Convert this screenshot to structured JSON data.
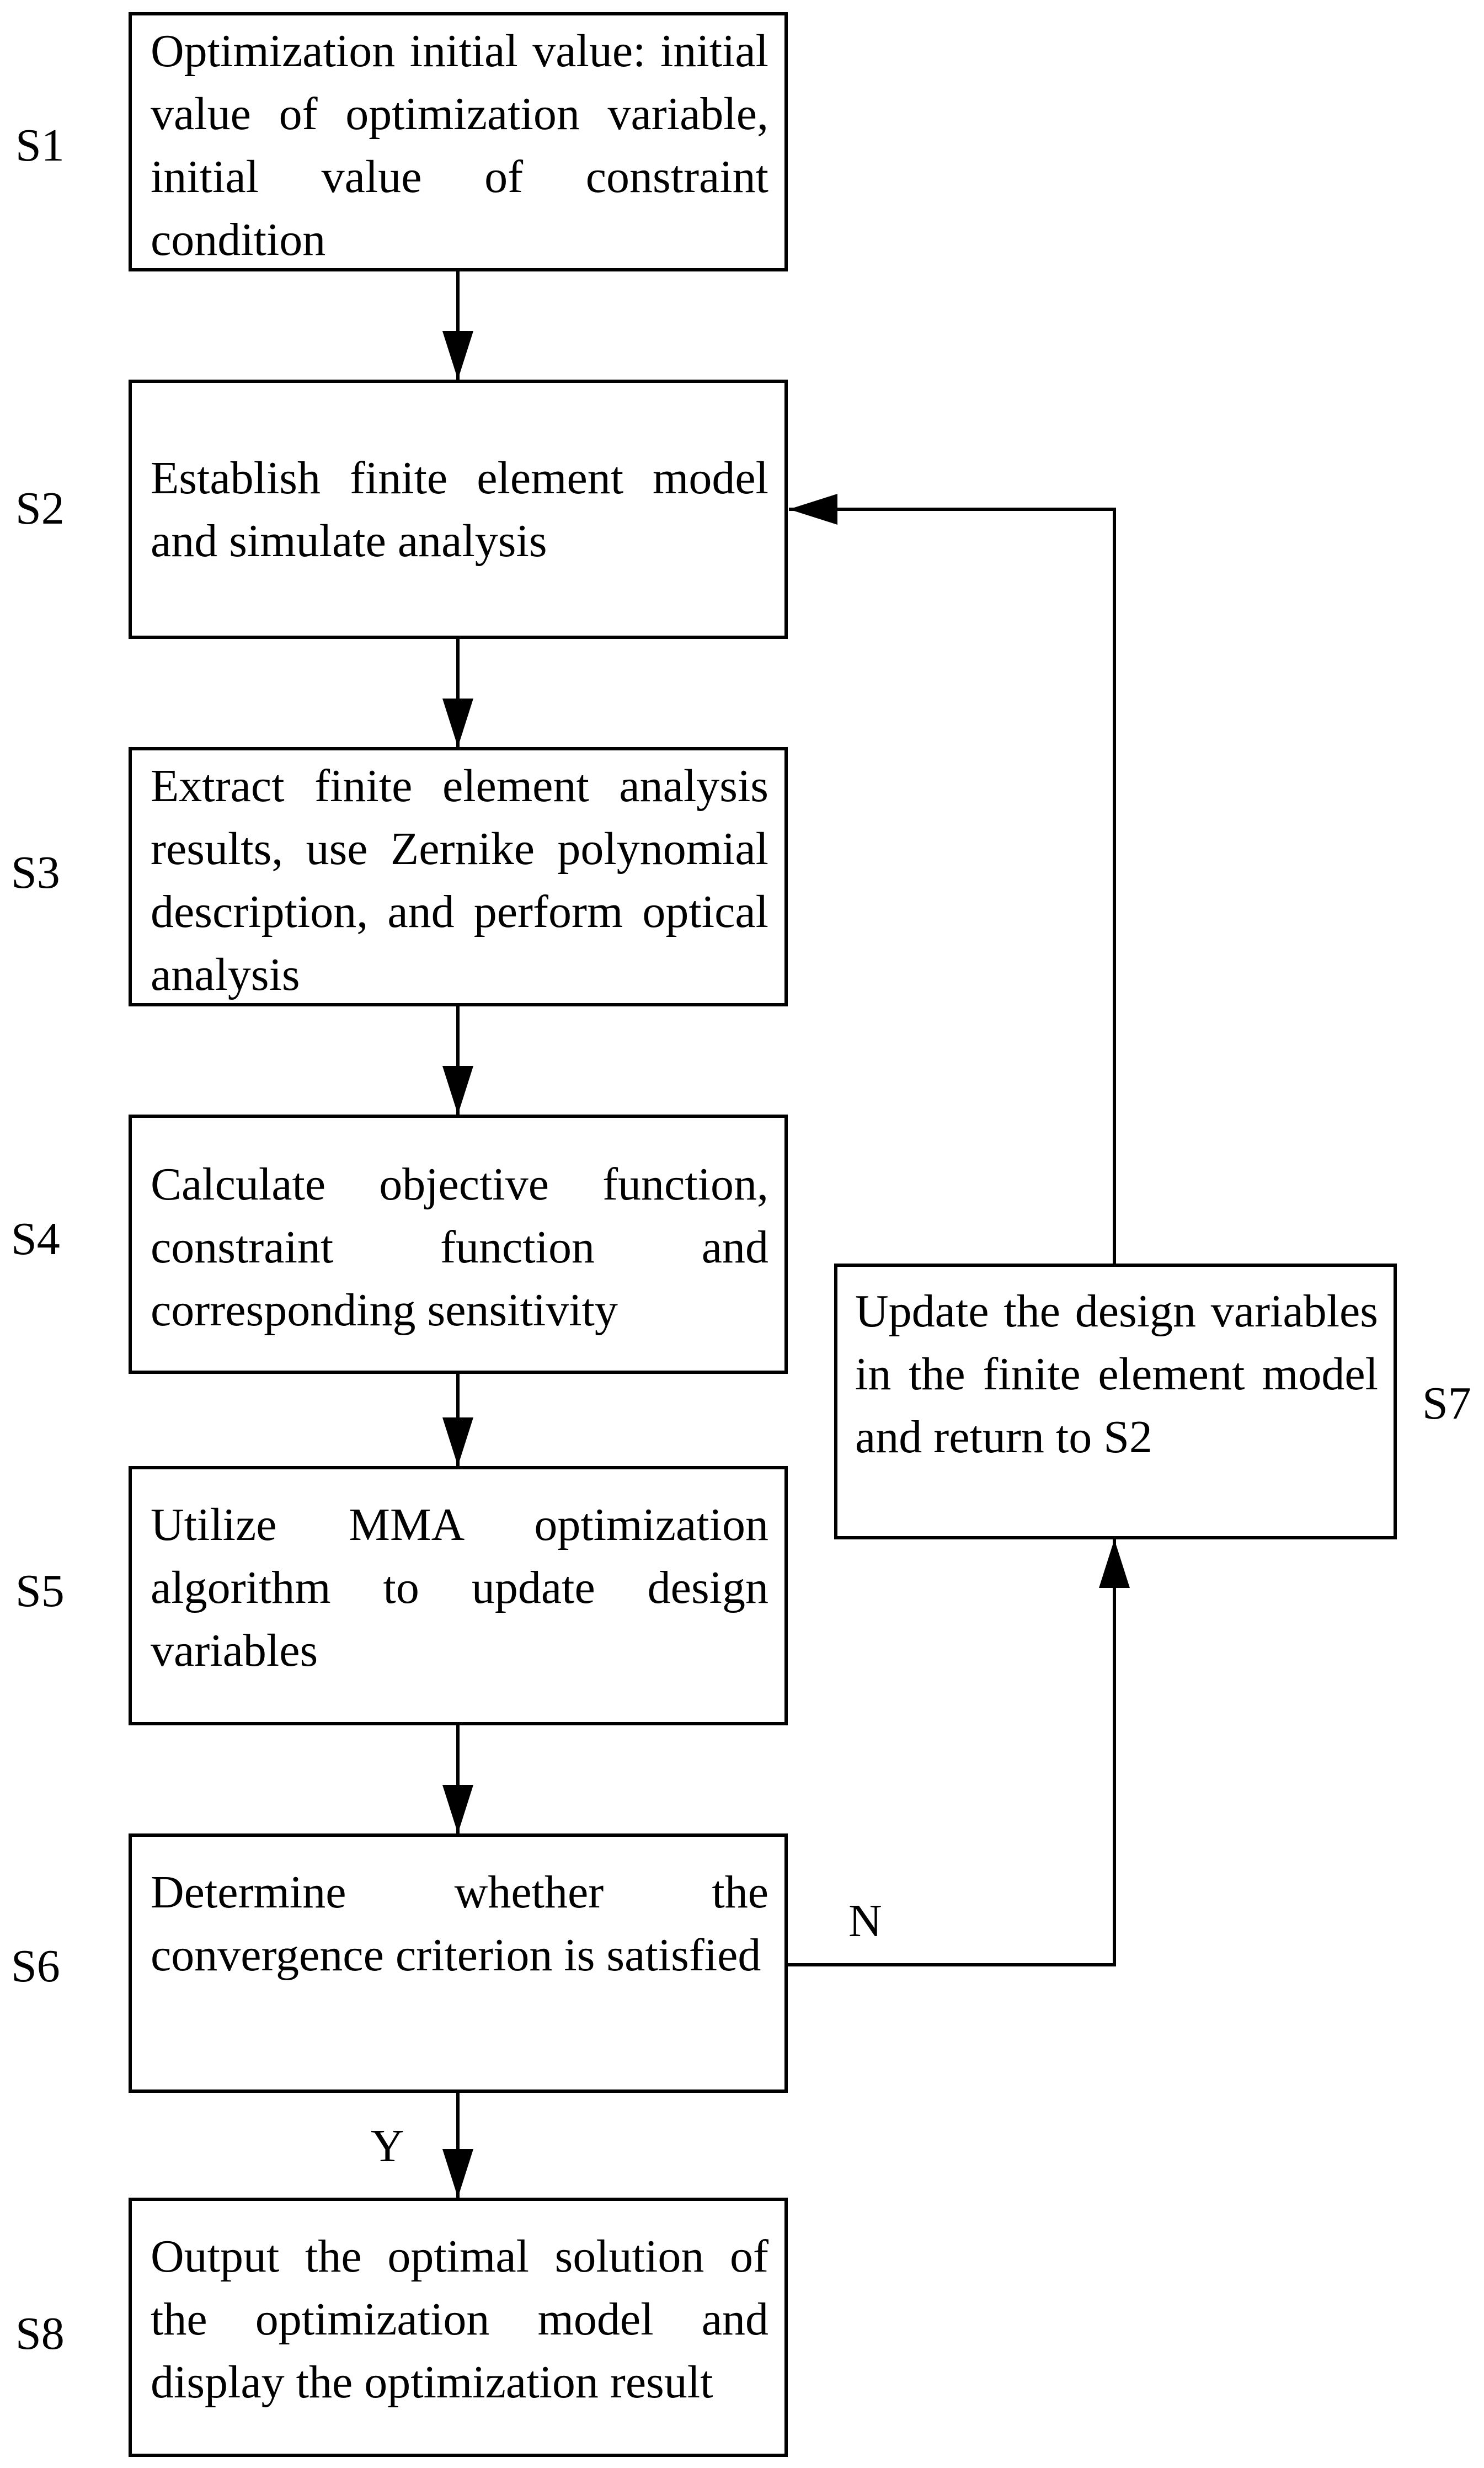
{
  "steps": {
    "s1": {
      "label": "S1",
      "text": "Optimization initial value: initial value of optimization variable, initial value of constraint condition"
    },
    "s2": {
      "label": "S2",
      "text": "Establish finite element model and simulate analysis"
    },
    "s3": {
      "label": "S3",
      "text": "Extract finite element analysis results, use Zernike polynomial description, and perform optical analysis"
    },
    "s4": {
      "label": "S4",
      "text": "Calculate objective function, constraint function and corresponding sensitivity"
    },
    "s5": {
      "label": "S5",
      "text": "Utilize MMA optimization algorithm to update design variables"
    },
    "s6": {
      "label": "S6",
      "text": "Determine whether the convergence criterion is satisfied"
    },
    "s7": {
      "label": "S7",
      "text": "Update the design variables in the finite element model and return to S2"
    },
    "s8": {
      "label": "S8",
      "text": "Output the optimal solution of the optimization model and display the optimization result"
    }
  },
  "branches": {
    "no": "N",
    "yes": "Y"
  }
}
